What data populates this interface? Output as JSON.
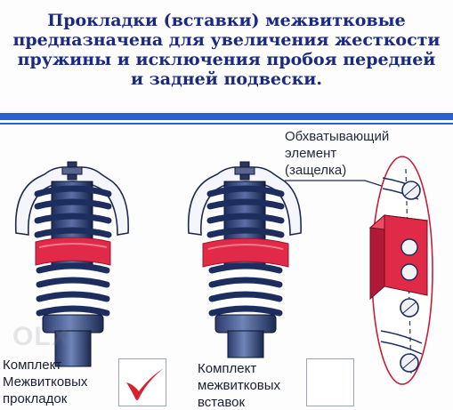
{
  "header": {
    "lines": [
      "Прокладки (вставки) межвитковые",
      "предназначена для увеличения жесткости",
      "пружины и исключения пробоя передней",
      "и задней подвески."
    ]
  },
  "callout": {
    "lines": [
      "Обхватывающий",
      "элемент",
      "(защелка)"
    ]
  },
  "options": {
    "left": {
      "lines": [
        "Комплект",
        "Межвитковых",
        "прокладок"
      ],
      "checked": true
    },
    "right": {
      "lines": [
        "Комплект",
        "межвитковых",
        "вставок"
      ],
      "checked": false
    }
  },
  "watermark": {
    "text": "OLX"
  },
  "colors": {
    "title_blue": "#1a2a80",
    "band_blue": "#2c5ed6",
    "insert_red": "#e02a48",
    "spring_navy": "#1c2d5e",
    "checkmark_red": "#d8202e",
    "oval_red": "#c42038"
  },
  "icons": {
    "check": "red-checkmark-icon"
  }
}
